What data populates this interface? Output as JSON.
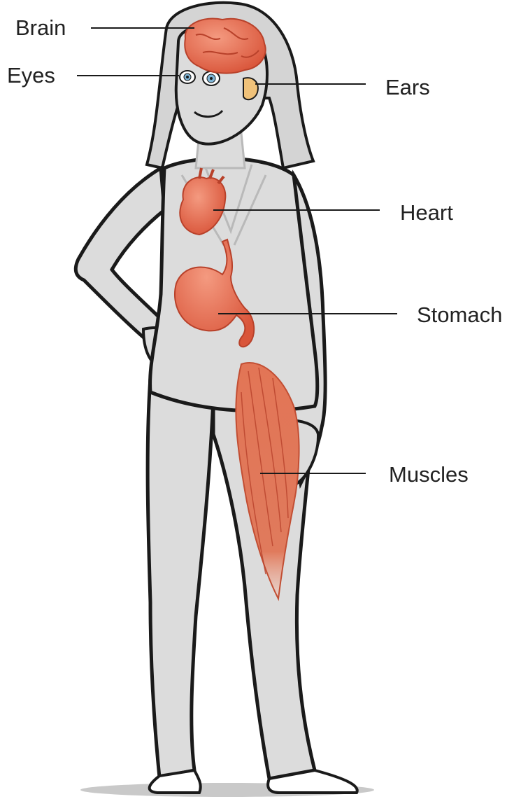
{
  "labels": {
    "brain": "Brain",
    "eyes": "Eyes",
    "ears": "Ears",
    "heart": "Heart",
    "stomach": "Stomach",
    "muscles": "Muscles"
  },
  "colors": {
    "body_fill": "#dcdcdc",
    "outline": "#1a1a1a",
    "organ": "#e8735a",
    "organ_dark": "#c0492f",
    "skin": "#f0c27a",
    "eye_iris": "#7fb5d6"
  }
}
